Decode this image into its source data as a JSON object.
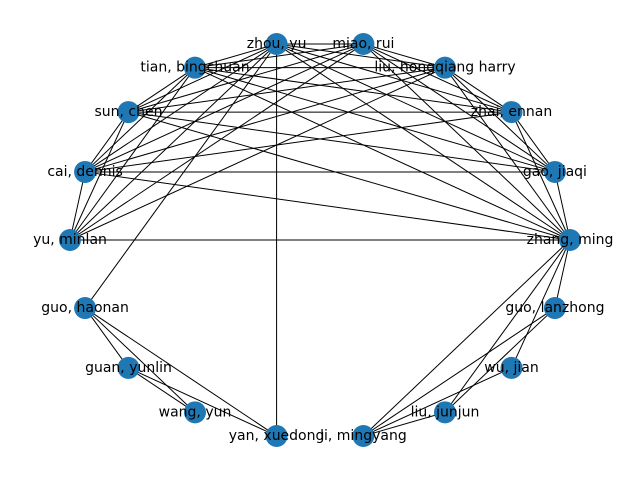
{
  "colors": {
    "node": "#1f77b4",
    "edge": "#000000",
    "label": "#000000",
    "background": "#ffffff"
  },
  "graph": {
    "layout": "circular",
    "nodes": [
      {
        "id": "zhou_yu",
        "label": "zhou, yu"
      },
      {
        "id": "miao_rui",
        "label": "miao, rui"
      },
      {
        "id": "liu_hongqiang_harry",
        "label": "liu, hongqiang harry"
      },
      {
        "id": "zhai_ennan",
        "label": "zhai, ennan"
      },
      {
        "id": "gao_jiaqi",
        "label": "gao, jiaqi"
      },
      {
        "id": "zhang_ming",
        "label": "zhang, ming"
      },
      {
        "id": "guo_lanzhong",
        "label": "guo, lanzhong"
      },
      {
        "id": "wu_jian",
        "label": "wu, jian"
      },
      {
        "id": "liu_junjun",
        "label": "liu, junjun"
      },
      {
        "id": "li_mingyang",
        "label": "li, mingyang"
      },
      {
        "id": "yan_xuedong",
        "label": "yan, xuedong"
      },
      {
        "id": "wang_yun",
        "label": "wang, yun"
      },
      {
        "id": "guan_yunlin",
        "label": "guan, yunlin"
      },
      {
        "id": "guo_haonan",
        "label": "guo, haonan"
      },
      {
        "id": "yu_minlan",
        "label": "yu, minlan"
      },
      {
        "id": "cai_dennis",
        "label": "cai, dennis"
      },
      {
        "id": "sun_chen",
        "label": "sun, chen"
      },
      {
        "id": "tian_bingchuan",
        "label": "tian, bingchuan"
      }
    ],
    "edges": [
      [
        "zhou_yu",
        "liu_hongqiang_harry"
      ],
      [
        "zhou_yu",
        "zhai_ennan"
      ],
      [
        "zhou_yu",
        "gao_jiaqi"
      ],
      [
        "zhou_yu",
        "zhang_ming"
      ],
      [
        "zhou_yu",
        "yan_xuedong"
      ],
      [
        "zhou_yu",
        "yu_minlan"
      ],
      [
        "zhou_yu",
        "cai_dennis"
      ],
      [
        "zhou_yu",
        "sun_chen"
      ],
      [
        "zhou_yu",
        "tian_bingchuan"
      ],
      [
        "zhou_yu",
        "miao_rui"
      ],
      [
        "zhou_yu",
        "guo_haonan"
      ],
      [
        "miao_rui",
        "liu_hongqiang_harry"
      ],
      [
        "miao_rui",
        "zhai_ennan"
      ],
      [
        "miao_rui",
        "gao_jiaqi"
      ],
      [
        "miao_rui",
        "zhang_ming"
      ],
      [
        "miao_rui",
        "tian_bingchuan"
      ],
      [
        "miao_rui",
        "sun_chen"
      ],
      [
        "miao_rui",
        "cai_dennis"
      ],
      [
        "miao_rui",
        "yu_minlan"
      ],
      [
        "liu_hongqiang_harry",
        "zhai_ennan"
      ],
      [
        "liu_hongqiang_harry",
        "gao_jiaqi"
      ],
      [
        "liu_hongqiang_harry",
        "zhang_ming"
      ],
      [
        "liu_hongqiang_harry",
        "tian_bingchuan"
      ],
      [
        "liu_hongqiang_harry",
        "sun_chen"
      ],
      [
        "liu_hongqiang_harry",
        "cai_dennis"
      ],
      [
        "liu_hongqiang_harry",
        "yu_minlan"
      ],
      [
        "zhai_ennan",
        "gao_jiaqi"
      ],
      [
        "zhai_ennan",
        "zhang_ming"
      ],
      [
        "zhai_ennan",
        "tian_bingchuan"
      ],
      [
        "zhai_ennan",
        "sun_chen"
      ],
      [
        "zhai_ennan",
        "cai_dennis"
      ],
      [
        "gao_jiaqi",
        "zhang_ming"
      ],
      [
        "gao_jiaqi",
        "tian_bingchuan"
      ],
      [
        "gao_jiaqi",
        "sun_chen"
      ],
      [
        "gao_jiaqi",
        "cai_dennis"
      ],
      [
        "zhang_ming",
        "tian_bingchuan"
      ],
      [
        "zhang_ming",
        "sun_chen"
      ],
      [
        "zhang_ming",
        "cai_dennis"
      ],
      [
        "zhang_ming",
        "yu_minlan"
      ],
      [
        "zhang_ming",
        "wu_jian"
      ],
      [
        "zhang_ming",
        "liu_junjun"
      ],
      [
        "zhang_ming",
        "li_mingyang"
      ],
      [
        "zhang_ming",
        "guo_lanzhong"
      ],
      [
        "guo_lanzhong",
        "liu_junjun"
      ],
      [
        "guo_lanzhong",
        "li_mingyang"
      ],
      [
        "wu_jian",
        "li_mingyang"
      ],
      [
        "liu_junjun",
        "li_mingyang"
      ],
      [
        "yan_xuedong",
        "guo_haonan"
      ],
      [
        "yan_xuedong",
        "guan_yunlin"
      ],
      [
        "guo_haonan",
        "guan_yunlin"
      ],
      [
        "guo_haonan",
        "wang_yun"
      ],
      [
        "guan_yunlin",
        "wang_yun"
      ],
      [
        "tian_bingchuan",
        "sun_chen"
      ],
      [
        "tian_bingchuan",
        "cai_dennis"
      ],
      [
        "tian_bingchuan",
        "yu_minlan"
      ],
      [
        "sun_chen",
        "cai_dennis"
      ],
      [
        "sun_chen",
        "yu_minlan"
      ],
      [
        "cai_dennis",
        "yu_minlan"
      ]
    ]
  }
}
